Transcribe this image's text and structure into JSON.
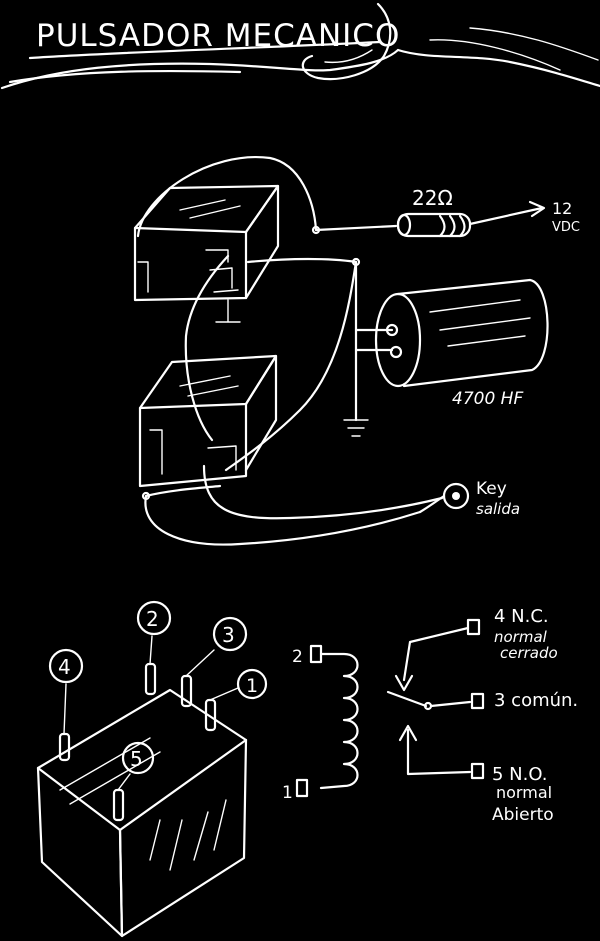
{
  "title": "PULSADOR MECANICO",
  "circuit": {
    "resistor_label": "22Ω",
    "supply_label_1": "12",
    "supply_label_2": "VDC",
    "capacitor_label": "4700 HF",
    "key_label_1": "Key",
    "key_label_2": "salida"
  },
  "relay_pinout": {
    "pins": [
      "4",
      "2",
      "3",
      "1",
      "5"
    ]
  },
  "schematic": {
    "coil_pin_top": "2",
    "coil_pin_bottom": "1",
    "contact_nc_1": "4 N.C.",
    "contact_nc_2": "normal",
    "contact_nc_3": "cerrado",
    "contact_common": "3 común.",
    "contact_no_1": "5 N.O.",
    "contact_no_2": "normal",
    "contact_no_3": "Abierto"
  },
  "colors": {
    "background": "#000000",
    "ink": "#ffffff"
  }
}
